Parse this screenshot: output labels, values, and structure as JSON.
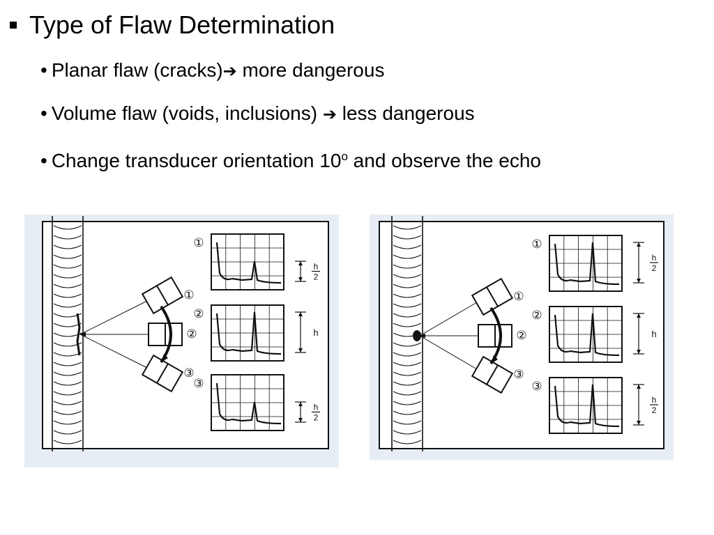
{
  "title": "Type of Flaw Determination",
  "bullets": [
    {
      "dot": "•",
      "before": "Planar flaw (cracks)",
      "arrow": "➔",
      "after": " more dangerous"
    },
    {
      "dot": "•",
      "before": "Volume flaw (voids, inclusions) ",
      "arrow": "➔",
      "after": " less dangerous"
    },
    {
      "dot": "•",
      "before": "Change transducer orientation 10",
      "sup": "o",
      "after": " and observe the echo"
    }
  ],
  "figures": {
    "positions": [
      "①",
      "②",
      "③"
    ],
    "left": {
      "flaw": "crack",
      "echo_scale": [
        0.5,
        1.0,
        0.5
      ],
      "height_labels": [
        "h/2",
        "h",
        "h/2"
      ]
    },
    "right": {
      "flaw": "void",
      "echo_scale": [
        1.0,
        1.0,
        1.0
      ],
      "height_labels": [
        "h/2",
        "h",
        "h/2"
      ]
    }
  },
  "colors": {
    "figure_bg": "#e6edf4",
    "ink": "#111111"
  }
}
